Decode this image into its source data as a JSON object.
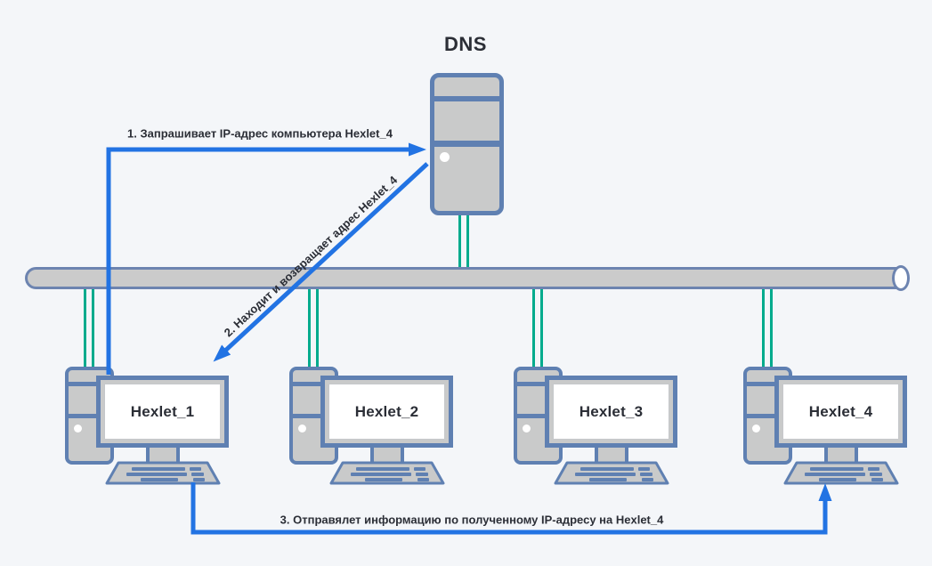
{
  "title": "DNS request flow diagram",
  "colors": {
    "background": "#f4f6f9",
    "device_border": "#5f80b2",
    "device_fill": "#c9caca",
    "bus_border": "#6d84b0",
    "bus_fill": "#cbcbcb",
    "cable_green": "#00ab8d",
    "arrow_blue": "#2273e3",
    "text_dark": "#2b2e36",
    "screen_white": "#ffffff"
  },
  "dns_server": {
    "title": "DNS"
  },
  "computers": [
    {
      "label": "Hexlet_1"
    },
    {
      "label": "Hexlet_2"
    },
    {
      "label": "Hexlet_3"
    },
    {
      "label": "Hexlet_4"
    }
  ],
  "arrows": [
    {
      "step": "1",
      "label": "1. Запрашивает IP-адрес компьютера Hexlet_4",
      "from": "Hexlet_1",
      "to": "DNS"
    },
    {
      "step": "2",
      "label": "2. Находит и возвращает адрес Hexlet_4",
      "from": "DNS",
      "to": "Hexlet_1"
    },
    {
      "step": "3",
      "label": "3. Отправялет информацию по полученному IP-адресу на Hexlet_4",
      "from": "Hexlet_1",
      "to": "Hexlet_4"
    }
  ]
}
